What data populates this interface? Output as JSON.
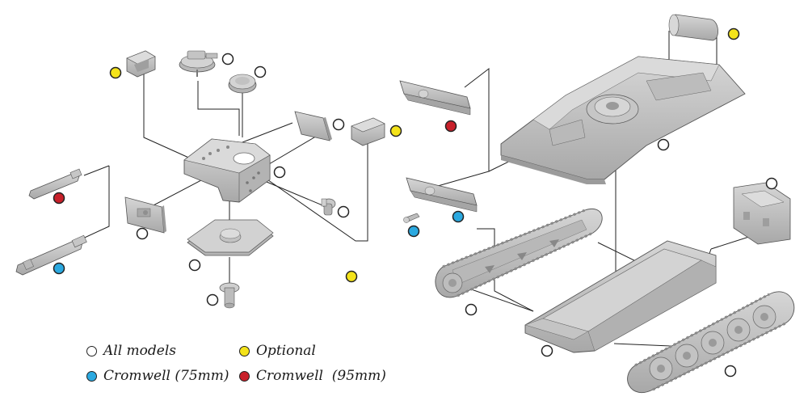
{
  "colors": {
    "all_models": "#ffffff",
    "optional": "#f4e31a",
    "cromwell_75": "#2ba9e0",
    "cromwell_95": "#c8202a",
    "part_fill": "#c9c9c9",
    "part_shade": "#a9a9a9",
    "part_light": "#e0e0e0",
    "line": "#222222"
  },
  "legend": {
    "all_models": "All models",
    "optional": "Optional",
    "cromwell_75": "Cromwell (75mm)",
    "cromwell_95": "Cromwell  (95mm)"
  },
  "markers": [
    {
      "part": "turret-stowage-bin",
      "variant": "optional"
    },
    {
      "part": "commander-cupola",
      "variant": "all_models"
    },
    {
      "part": "loader-hatch",
      "variant": "all_models"
    },
    {
      "part": "turret-rear-plate",
      "variant": "all_models"
    },
    {
      "part": "turret-side-bin",
      "variant": "optional"
    },
    {
      "part": "turret-shell",
      "variant": "all_models"
    },
    {
      "part": "gun-95mm",
      "variant": "cromwell_95"
    },
    {
      "part": "gun-mantlet",
      "variant": "all_models"
    },
    {
      "part": "periscope",
      "variant": "all_models"
    },
    {
      "part": "gun-75mm",
      "variant": "cromwell_75"
    },
    {
      "part": "turret-floor",
      "variant": "all_models"
    },
    {
      "part": "turret-pin",
      "variant": "all_models"
    },
    {
      "part": "spare-item",
      "variant": "optional"
    },
    {
      "part": "hull-top-stowage",
      "variant": "optional"
    },
    {
      "part": "hull-deck",
      "variant": "all_models"
    },
    {
      "part": "mudguard-95mm",
      "variant": "cromwell_95"
    },
    {
      "part": "mudguard-75mm",
      "variant": "cromwell_75"
    },
    {
      "part": "hull-mg",
      "variant": "cromwell_75"
    },
    {
      "part": "hull-rear-plate",
      "variant": "all_models"
    },
    {
      "part": "track-left",
      "variant": "all_models"
    },
    {
      "part": "hull-tub",
      "variant": "all_models"
    },
    {
      "part": "track-right",
      "variant": "all_models"
    }
  ]
}
